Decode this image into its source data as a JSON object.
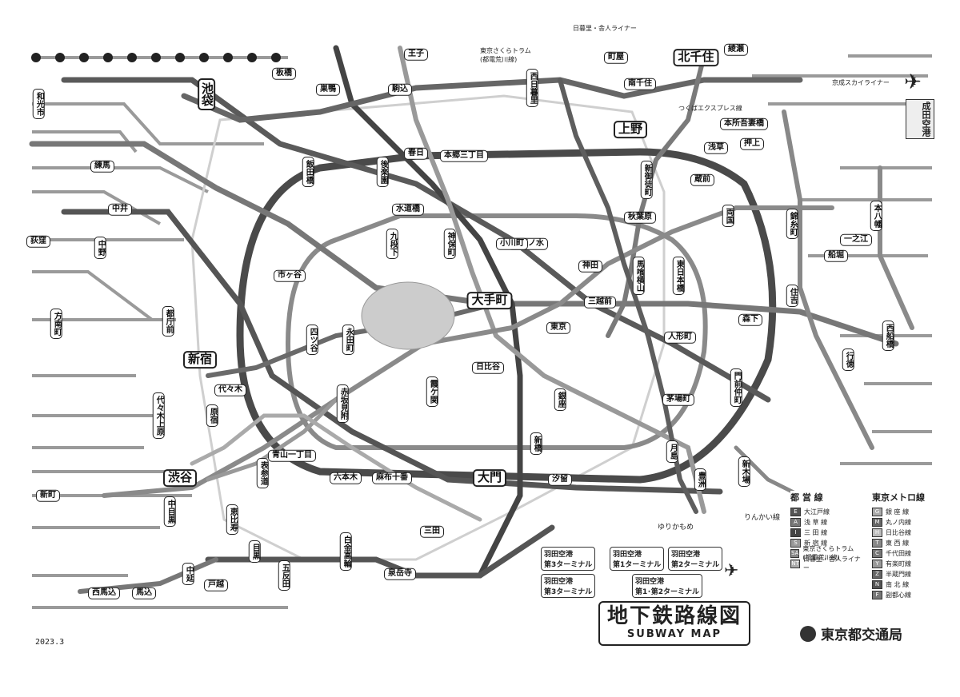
{
  "map": {
    "title_jp": "地下鉄路線図",
    "title_en": "SUBWAY MAP",
    "publisher": "東京都交通局",
    "date": "2023.3"
  },
  "legend": {
    "toei_title": "都 営 線",
    "metro_title": "東京メトロ線",
    "toei": [
      {
        "code": "E",
        "name": "大江戸線",
        "color": "#555555"
      },
      {
        "code": "A",
        "name": "浅 草 線",
        "color": "#777777"
      },
      {
        "code": "I",
        "name": "三 田 線",
        "color": "#444444"
      },
      {
        "code": "S",
        "name": "新 宿 線",
        "color": "#999999"
      },
      {
        "code": "SA",
        "name": "東京さくらトラム(都電荒川線)",
        "color": "#888888"
      },
      {
        "code": "NT",
        "name": "日暮里・舎人ライナー",
        "color": "#aaaaaa"
      }
    ],
    "metro": [
      {
        "code": "G",
        "name": "銀 座 線",
        "color": "#aaaaaa"
      },
      {
        "code": "M",
        "name": "丸ノ内線",
        "color": "#666666"
      },
      {
        "code": "H",
        "name": "日比谷線",
        "color": "#bbbbbb"
      },
      {
        "code": "T",
        "name": "東 西 線",
        "color": "#888888"
      },
      {
        "code": "C",
        "name": "千代田線",
        "color": "#777777"
      },
      {
        "code": "Y",
        "name": "有楽町線",
        "color": "#999999"
      },
      {
        "code": "Z",
        "name": "半蔵門線",
        "color": "#666666"
      },
      {
        "code": "N",
        "name": "南 北 線",
        "color": "#555555"
      },
      {
        "code": "F",
        "name": "副都心線",
        "color": "#777777"
      }
    ]
  },
  "stations": [
    {
      "id": "ikebukuro",
      "name": "池袋"
    },
    {
      "id": "shinjuku",
      "name": "新宿"
    },
    {
      "id": "shibuya",
      "name": "渋谷"
    },
    {
      "id": "ueno",
      "name": "上野"
    },
    {
      "id": "otemachi",
      "name": "大手町"
    },
    {
      "id": "tokyo",
      "name": "東京"
    },
    {
      "id": "kasuga",
      "name": "春日"
    },
    {
      "id": "iidabashi",
      "name": "飯田橋"
    },
    {
      "id": "ichigaya",
      "name": "市ヶ谷"
    },
    {
      "id": "yotsuya",
      "name": "四ツ谷"
    },
    {
      "id": "nagatacho",
      "name": "永田町"
    },
    {
      "id": "akasakamitsuke",
      "name": "赤坂見附"
    },
    {
      "id": "roppongi",
      "name": "六本木"
    },
    {
      "id": "azabujuban",
      "name": "麻布十番"
    },
    {
      "id": "daimon",
      "name": "大門"
    },
    {
      "id": "shiodome",
      "name": "汐留"
    },
    {
      "id": "tsukishima",
      "name": "月島"
    },
    {
      "id": "monzennakacho",
      "name": "門前仲町"
    },
    {
      "id": "morishita",
      "name": "森下"
    },
    {
      "id": "ryogoku",
      "name": "両国"
    },
    {
      "id": "kuramae",
      "name": "蔵前"
    },
    {
      "id": "asakusa",
      "name": "浅草"
    },
    {
      "id": "oshiage",
      "name": "押上"
    },
    {
      "id": "kinshicho",
      "name": "錦糸町"
    },
    {
      "id": "sumiyoshi",
      "name": "住吉"
    },
    {
      "id": "hibiya",
      "name": "日比谷"
    },
    {
      "id": "kudanshita",
      "name": "九段下"
    },
    {
      "id": "jimbocho",
      "name": "神保町"
    },
    {
      "id": "suidobashi",
      "name": "水道橋"
    },
    {
      "id": "korakuen",
      "name": "後楽園"
    },
    {
      "id": "nishinippori",
      "name": "西日暮里"
    },
    {
      "id": "kitasenju",
      "name": "北千住"
    },
    {
      "id": "mitsukoshimae",
      "name": "三越前"
    },
    {
      "id": "ningyocho",
      "name": "人形町"
    },
    {
      "id": "kayabacho",
      "name": "茅場町"
    },
    {
      "id": "gotanda",
      "name": "五反田"
    },
    {
      "id": "meguro",
      "name": "目黒"
    },
    {
      "id": "shirokanetakanawa",
      "name": "白金高輪"
    },
    {
      "id": "mita",
      "name": "三田"
    },
    {
      "id": "sengakuji",
      "name": "泉岳寺"
    },
    {
      "id": "nerima",
      "name": "練馬"
    },
    {
      "id": "nakai",
      "name": "中井"
    },
    {
      "id": "nakano",
      "name": "中野"
    },
    {
      "id": "tochomae",
      "name": "都庁前"
    },
    {
      "id": "yoyogi",
      "name": "代々木"
    },
    {
      "id": "shinkiba",
      "name": "新木場"
    },
    {
      "id": "toyosu",
      "name": "豊洲"
    },
    {
      "id": "shinbashi",
      "name": "新橋"
    },
    {
      "id": "ginza",
      "name": "銀座"
    },
    {
      "id": "kasumigaseki",
      "name": "霞ケ関"
    },
    {
      "id": "akihabara",
      "name": "秋葉原"
    },
    {
      "id": "ochanomizu",
      "name": "御茶ノ水"
    },
    {
      "id": "hongosanchome",
      "name": "本郷三丁目"
    },
    {
      "id": "shinokachimachi",
      "name": "新御徒町"
    },
    {
      "id": "ogawamachi",
      "name": "小川町"
    },
    {
      "id": "kanda",
      "name": "神田"
    },
    {
      "id": "bakuroyokoyama",
      "name": "馬喰横山"
    },
    {
      "id": "higashinihombashi",
      "name": "東日本橋"
    },
    {
      "id": "itabashi",
      "name": "板橋"
    },
    {
      "id": "sugamo",
      "name": "巣鴨"
    },
    {
      "id": "komagome",
      "name": "駒込"
    },
    {
      "id": "oji",
      "name": "王子"
    },
    {
      "id": "machiya",
      "name": "町屋"
    },
    {
      "id": "minamisenju",
      "name": "南千住"
    },
    {
      "id": "ayase",
      "name": "綾瀬"
    },
    {
      "id": "honjoazumabashi",
      "name": "本所吾妻橋"
    },
    {
      "id": "honancho",
      "name": "方南町"
    },
    {
      "id": "ogikubo",
      "name": "荻窪"
    },
    {
      "id": "wakoshi",
      "name": "和光市"
    },
    {
      "id": "nakameguro",
      "name": "中目黒"
    },
    {
      "id": "ebisu",
      "name": "恵比寿"
    },
    {
      "id": "nishimagome",
      "name": "西馬込"
    },
    {
      "id": "magome",
      "name": "馬込"
    },
    {
      "id": "nakanobu",
      "name": "中延"
    },
    {
      "id": "togoshi",
      "name": "戸越"
    },
    {
      "id": "yoyogiuehara",
      "name": "代々木上原"
    },
    {
      "id": "harajuku",
      "name": "原宿"
    },
    {
      "id": "omotesando",
      "name": "表参道"
    },
    {
      "id": "aoyamaitchome",
      "name": "青山一丁目"
    },
    {
      "id": "nishifunabashi",
      "name": "西船橋"
    },
    {
      "id": "motoyawata",
      "name": "本八幡"
    },
    {
      "id": "funabori",
      "name": "船堀"
    },
    {
      "id": "ichinoe",
      "name": "一之江"
    },
    {
      "id": "gyotoku",
      "name": "行徳"
    },
    {
      "id": "shinmachi",
      "name": "新町"
    }
  ],
  "annotations": {
    "narita": "成田空港",
    "haneda1": "羽田空港\n第1ターミナル",
    "haneda2": "羽田空港\n第2ターミナル",
    "haneda3": "羽田空港\n第3ターミナル",
    "haneda12": "羽田空港\n第1･第2ターミナル",
    "yurikamome": "ゆりかもめ",
    "rinkai": "りんかい線",
    "skyliner": "京成スカイライナー",
    "tx": "つくばエクスプレス線",
    "tokyo_sakura": "東京さくらトラム\n(都電荒川線)",
    "nippori": "日暮里・舎人ライナー"
  }
}
